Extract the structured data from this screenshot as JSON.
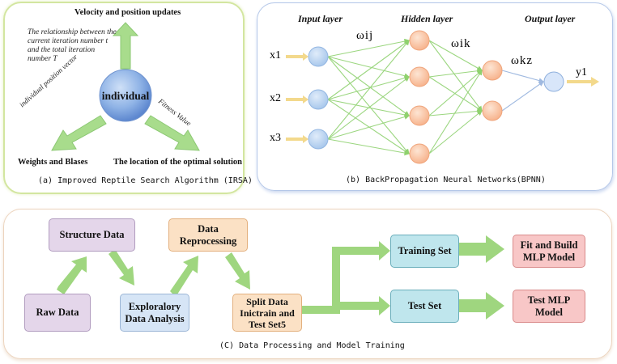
{
  "colors": {
    "arrow_green": "#9fd67f",
    "neuron_blue": "#bcd6f0",
    "neuron_orange": "#fbc7a7",
    "output_neuron": "#d8e6fa",
    "connection_green": "#9bd67f",
    "input_arrow": "#f3d98c"
  },
  "panel_a": {
    "caption": "(a) Improved Reptile Search Algorithm (IRSA)",
    "center_label": "individual",
    "top_label": "Velocity and position updates",
    "note": "The relationship between the current iteration number t and the total iteration number T",
    "left_arrow_label": "individual position vector",
    "right_arrow_label": "Fitness Value",
    "bottom_left_label": "Weights and Blases",
    "bottom_right_label": "The location of the optimal solution"
  },
  "panel_b": {
    "caption": "(b) BackPropagation Neural Networks(BPNN)",
    "input_layer": "Input layer",
    "hidden_layer": "Hidden layer",
    "output_layer": "Output layer",
    "w_ij": "ωij",
    "w_ik": "ωik",
    "w_kz": "ωkz",
    "inputs": [
      "x1",
      "x2",
      "x3"
    ],
    "output": "y1"
  },
  "panel_c": {
    "caption": "(C) Data Processing and Model Training",
    "raw_data": "Raw Data",
    "structure_data": "Structure Data",
    "eda": "Exploralory\nData Analysis",
    "reprocessing": "Data\nReprocessing",
    "split": "Split Data\nInictrain and\nTest Set5",
    "training_set": "Training Set",
    "test_set": "Test Set",
    "fit_build": "Fit and Build\nMLP Model",
    "test_mlp": "Test MLP\nModel"
  }
}
